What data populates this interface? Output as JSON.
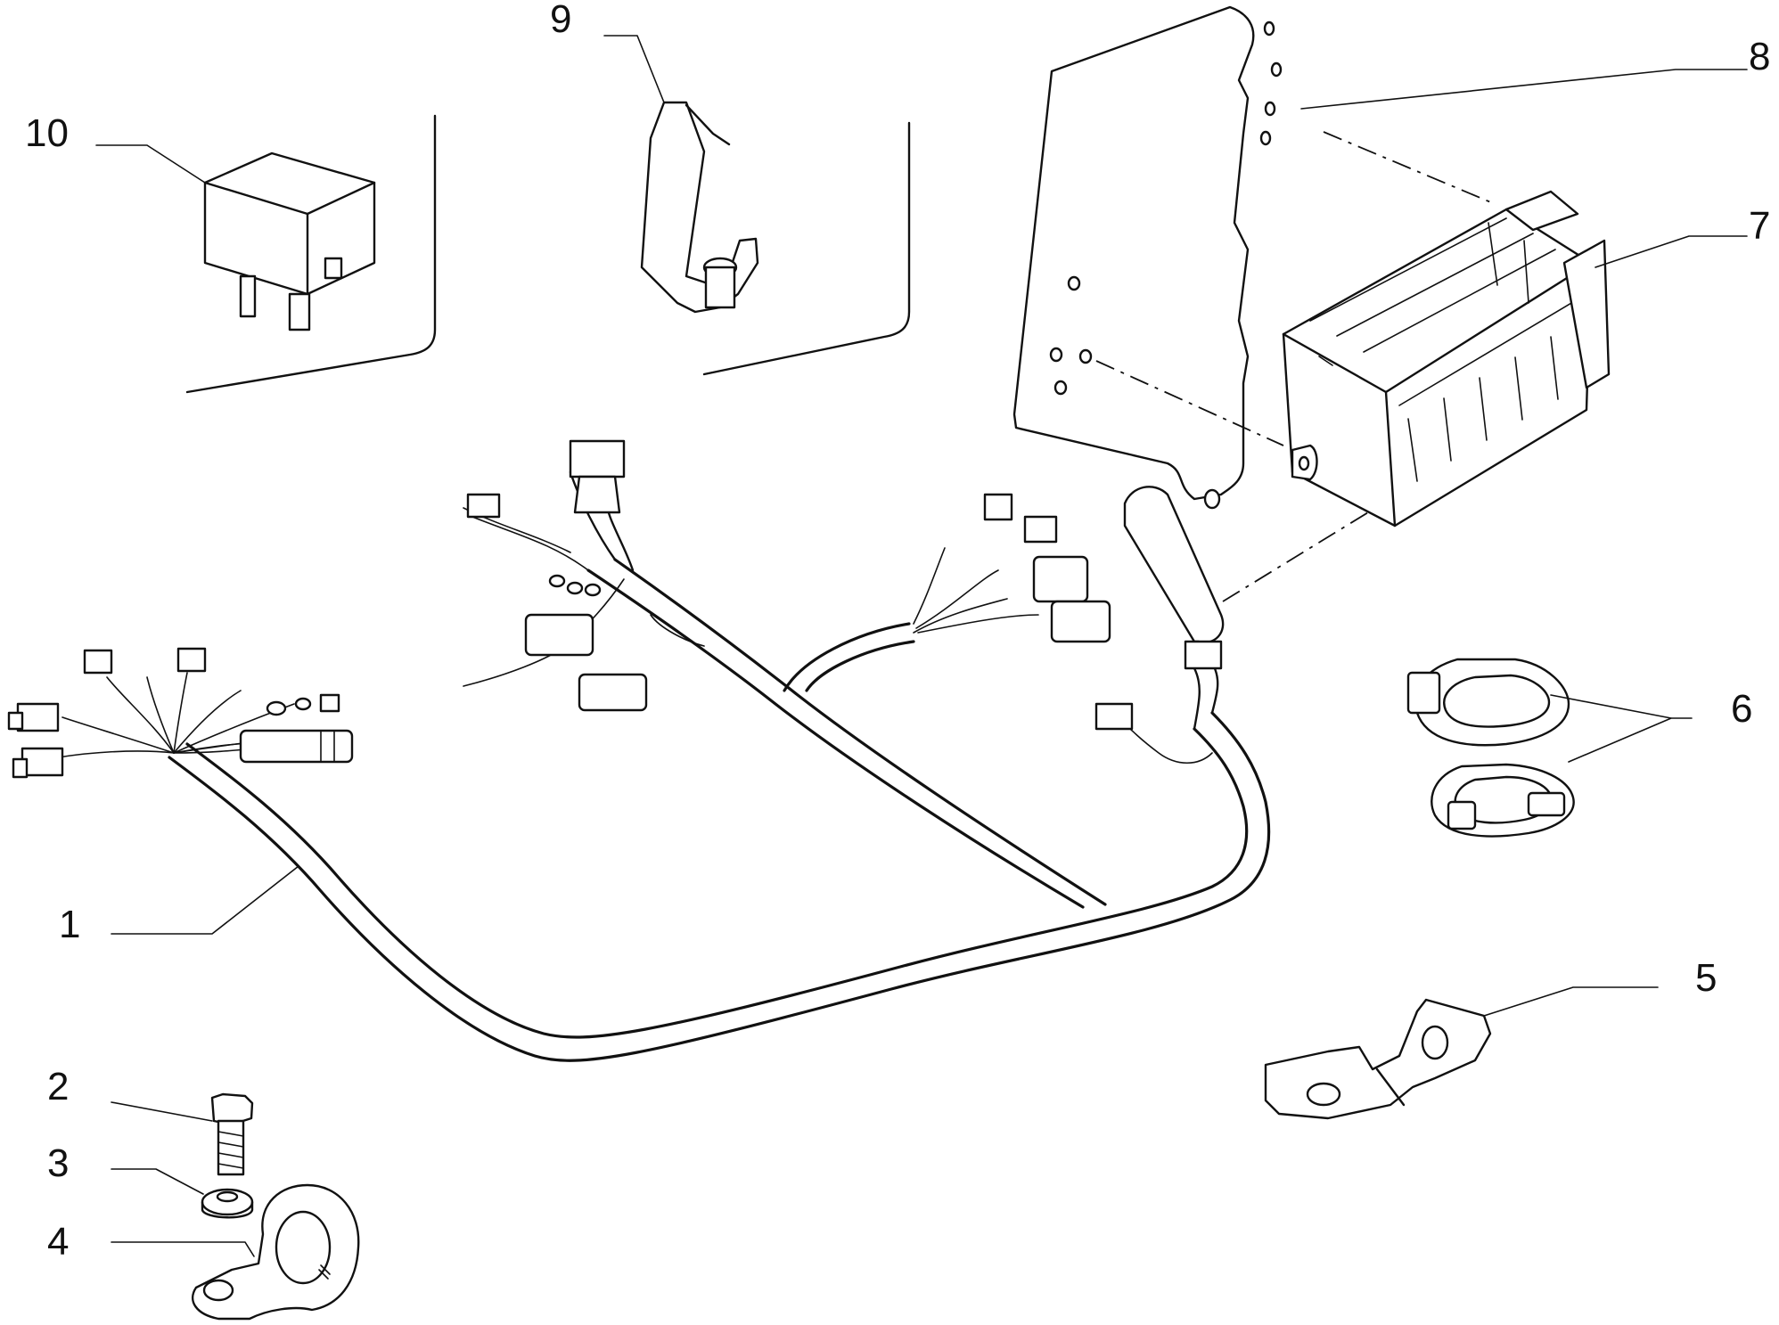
{
  "callouts": [
    {
      "id": "1",
      "text": "1"
    },
    {
      "id": "2",
      "text": "2"
    },
    {
      "id": "3",
      "text": "3"
    },
    {
      "id": "4",
      "text": "4"
    },
    {
      "id": "5",
      "text": "5"
    },
    {
      "id": "6",
      "text": "6"
    },
    {
      "id": "7",
      "text": "7"
    },
    {
      "id": "8",
      "text": "8"
    },
    {
      "id": "9",
      "text": "9"
    },
    {
      "id": "10",
      "text": "10"
    }
  ],
  "colors": {
    "ink": "#111111",
    "paper": "#ffffff"
  }
}
